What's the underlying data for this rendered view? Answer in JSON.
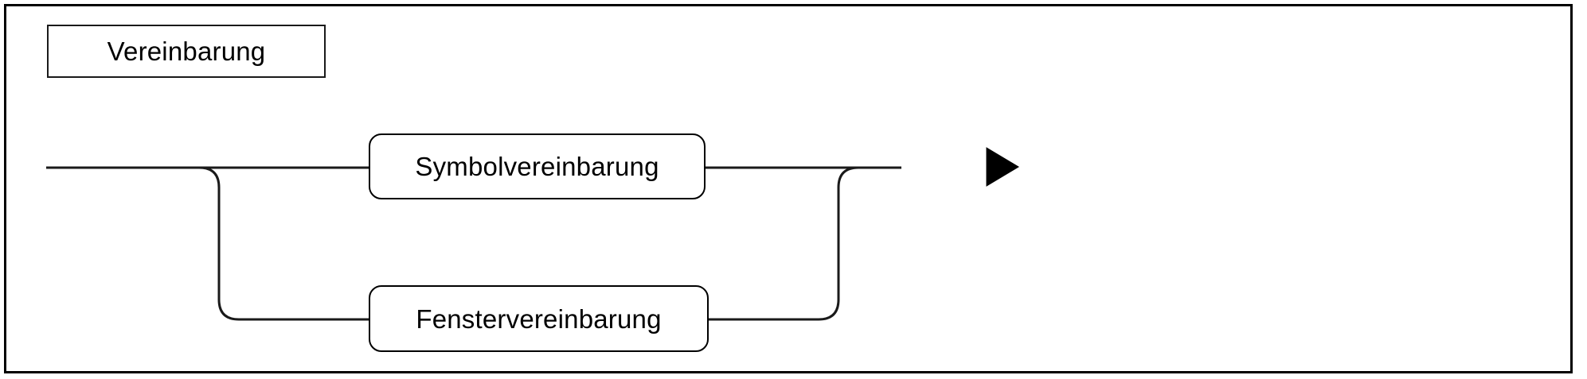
{
  "diagram": {
    "kind": "syntax-railroad-diagram",
    "title": "Vereinbarung",
    "frame": {
      "stroke": "#000000"
    },
    "nodes": [
      {
        "id": "symbolvereinbarung",
        "label": "Symbolvereinbarung",
        "shape": "rounded-rect",
        "branch": "upper"
      },
      {
        "id": "fenstervereinbarung",
        "label": "Fenstervereinbarung",
        "shape": "rounded-rect",
        "branch": "lower"
      }
    ],
    "connector": {
      "entry_label": "",
      "arrow_label": "",
      "style": "orthogonal-with-rounded-corners",
      "stroke": "#1a1a1a"
    }
  },
  "chart_data": {
    "type": "diagram",
    "title": "Vereinbarung",
    "alternatives": [
      "Symbolvereinbarung",
      "Fenstervereinbarung"
    ]
  }
}
